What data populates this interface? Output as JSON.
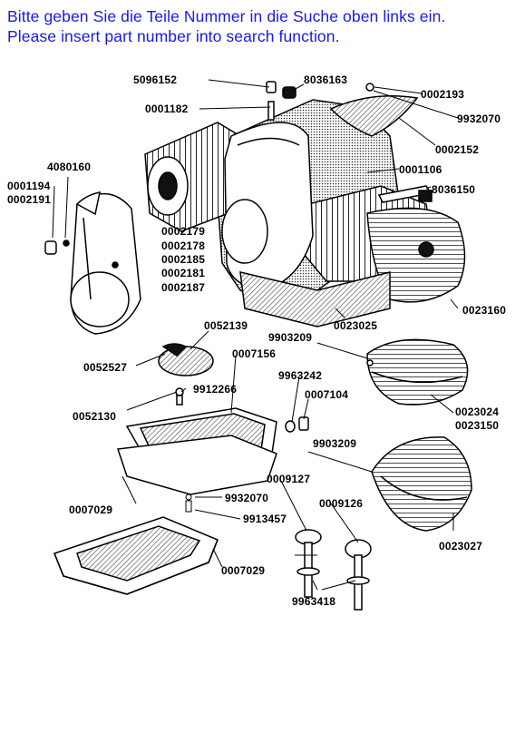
{
  "header": {
    "line_de": "Bitte geben Sie die Teile Nummer in die Suche oben links ein.",
    "line_en": "Please insert part number into search function."
  },
  "parts": {
    "p5096152": "5096152",
    "p8036163": "8036163",
    "p0002193": "0002193",
    "p0001182": "0001182",
    "p9932070_top": "9932070",
    "p0002152": "0002152",
    "p4080160": "4080160",
    "p0001106": "0001106",
    "p0001194": "0001194",
    "p0002191": "0002191",
    "p8036150": "8036150",
    "p0002179": "0002179",
    "p0002178": "0002178",
    "p0002185": "0002185",
    "p0002181": "0002181",
    "p0002187": "0002187",
    "p0023160": "0023160",
    "p0023025": "0023025",
    "p0052139": "0052139",
    "p9903209_a": "9903209",
    "p0007156": "0007156",
    "p0052527": "0052527",
    "p9963242": "9963242",
    "p9912266": "9912266",
    "p0007104": "0007104",
    "p0052130": "0052130",
    "p0023024": "0023024",
    "p0023150": "0023150",
    "p9903209_b": "9903209",
    "p0009127": "0009127",
    "p0009126": "0009126",
    "p0007029_a": "0007029",
    "p9932070_bot": "9932070",
    "p9913457": "9913457",
    "p0023027": "0023027",
    "p0007029_b": "0007029",
    "p9963418": "9963418"
  },
  "colors": {
    "header_text": "#1a1ae6",
    "line_art": "#000000"
  }
}
